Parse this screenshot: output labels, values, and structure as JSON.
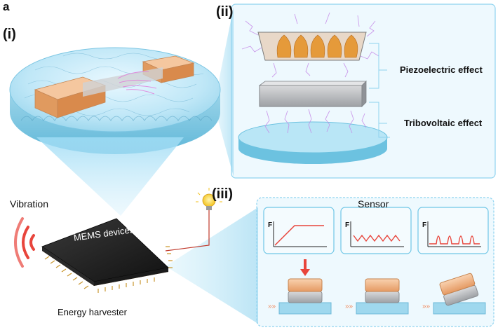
{
  "figure": {
    "panel_letter": "a",
    "panels": {
      "i": {
        "label": "(i)"
      },
      "ii": {
        "label": "(ii)",
        "piezo_label": "Piezoelectric effect",
        "tribo_label": "Tribovoltaic effect"
      },
      "iii": {
        "label": "(iii)",
        "title": "Sensor",
        "axis_label": "F"
      }
    },
    "left": {
      "vibration_label": "Vibration",
      "chip_label": "MEMS devices",
      "harvester_label": "Energy harvester"
    }
  },
  "colors": {
    "accent_blue": "#8fd3ef",
    "panel_bg": "#eaf7fd",
    "signal_red": "#e8453c",
    "orange_block": "#f6c39a",
    "grey_block": "#b9bcc0",
    "substrate": "#9fd8ee"
  }
}
